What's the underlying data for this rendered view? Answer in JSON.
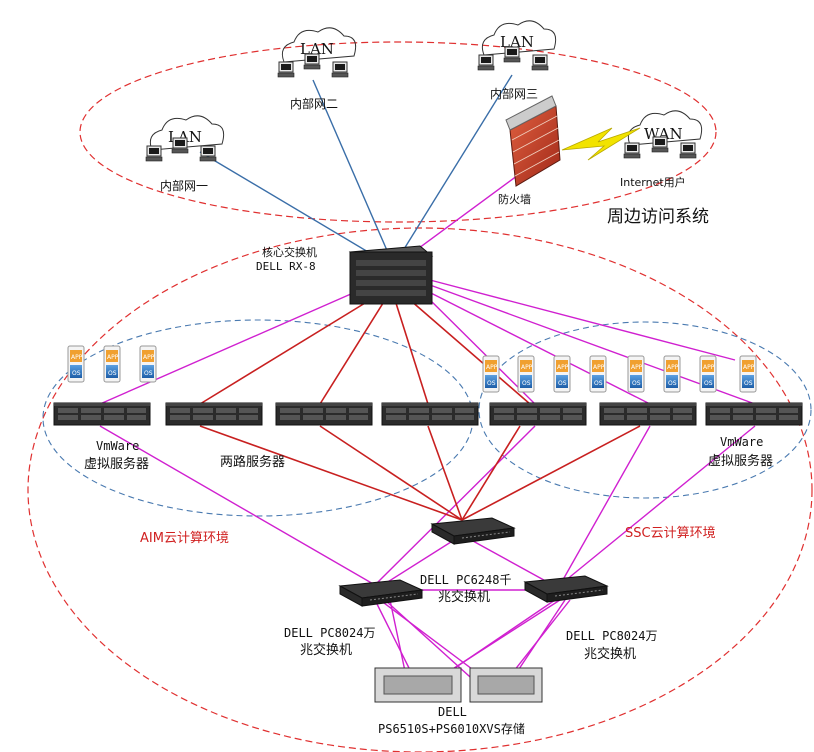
{
  "zones": {
    "perimeter": "周边访问系统",
    "aim": "AIM云计算环境",
    "ssc": "SSC云计算环境"
  },
  "lans": [
    {
      "cloud": "LAN",
      "label": "内部网一"
    },
    {
      "cloud": "LAN",
      "label": "内部网二"
    },
    {
      "cloud": "LAN",
      "label": "内部网三"
    }
  ],
  "wan": {
    "cloud": "WAN",
    "label": "Internet用户"
  },
  "firewall": {
    "label": "防火墙"
  },
  "core_switch": {
    "line1": "核心交换机",
    "line2": "DELL RX-8"
  },
  "vm_left": {
    "line1": "VmWare",
    "line2": "虚拟服务器"
  },
  "vm_right": {
    "line1": "VmWare",
    "line2": "虚拟服务器"
  },
  "two_way": {
    "label": "两路服务器"
  },
  "gig_switch": {
    "line1": "DELL PC6248千",
    "line2": "兆交换机"
  },
  "tengig_left": {
    "line1": "DELL PC8024万",
    "line2": "兆交换机"
  },
  "tengig_right": {
    "line1": "DELL PC8024万",
    "line2": "兆交换机"
  },
  "storage": {
    "line1": "DELL",
    "line2": "PS6510S+PS6010XVS存储"
  },
  "vm_badges": {
    "top": "APP",
    "bottom": "OS"
  },
  "colors": {
    "blue_link": "#3a6ea8",
    "magenta_link": "#d020d0",
    "red_link": "#c82020",
    "zone_dash_red": "#e03030",
    "zone_dash_blue": "#4a7ab0"
  }
}
